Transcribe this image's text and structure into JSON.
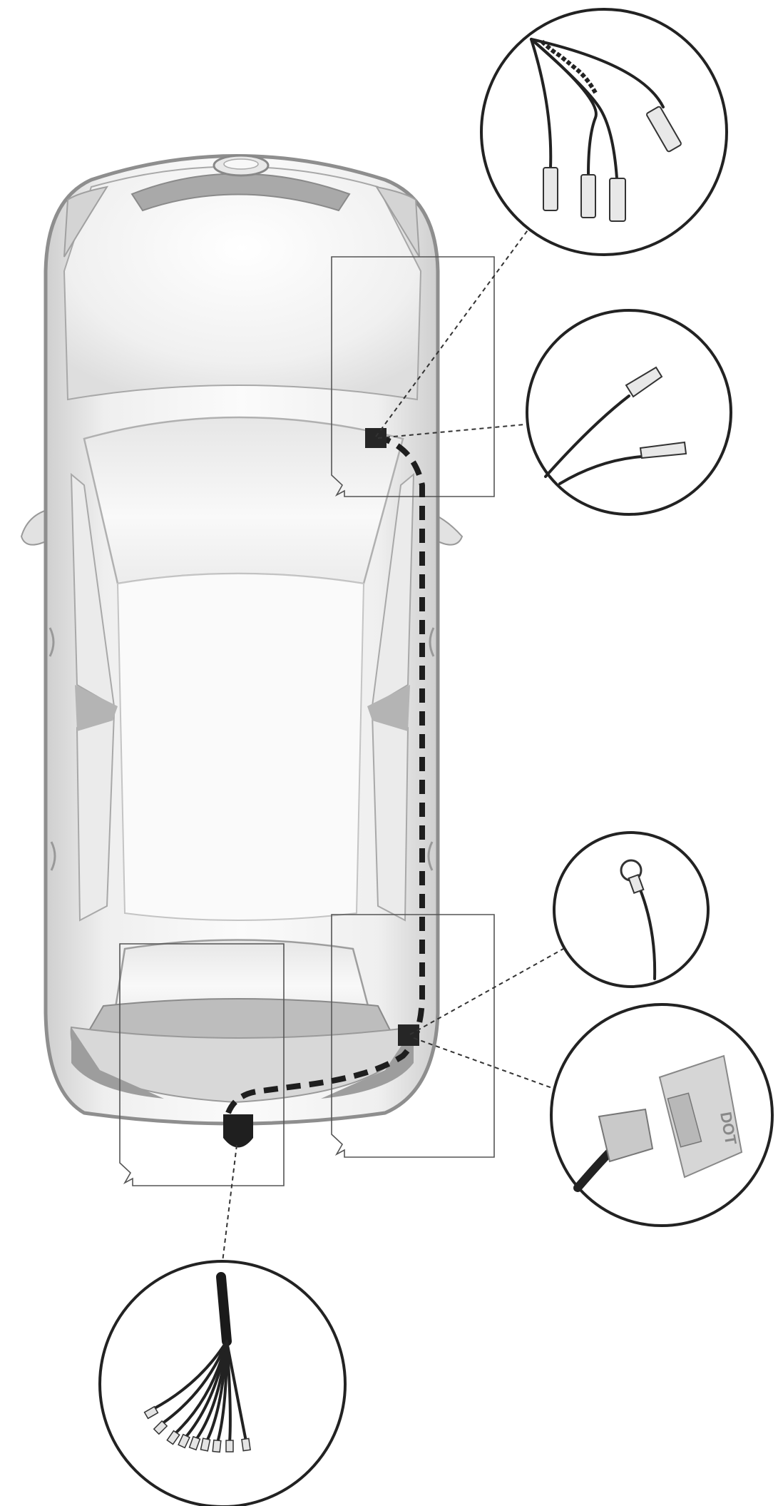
{
  "diagram": {
    "type": "towbar-wiring-installation",
    "vehicle": "car-top-view",
    "colors": {
      "body_light": "#f3f3f3",
      "body_mid": "#d9d9d9",
      "body_dark": "#9a9a9a",
      "route": "#1e1e1e",
      "connector_grey": "#c9c9c9"
    },
    "detail_views": [
      {
        "name": "rear-light-bullet-connectors",
        "icon": "spade-terminal-icon"
      },
      {
        "name": "flat-plug-terminals",
        "icon": "plug-terminal-icon"
      },
      {
        "name": "ground-ring-terminal",
        "icon": "ring-terminal-icon"
      },
      {
        "name": "multi-pin-vehicle-connector",
        "icon": "multipin-connector-icon"
      },
      {
        "name": "socket-wire-loom",
        "icon": "wire-loom-icon"
      }
    ],
    "connector_text": "DOT"
  }
}
